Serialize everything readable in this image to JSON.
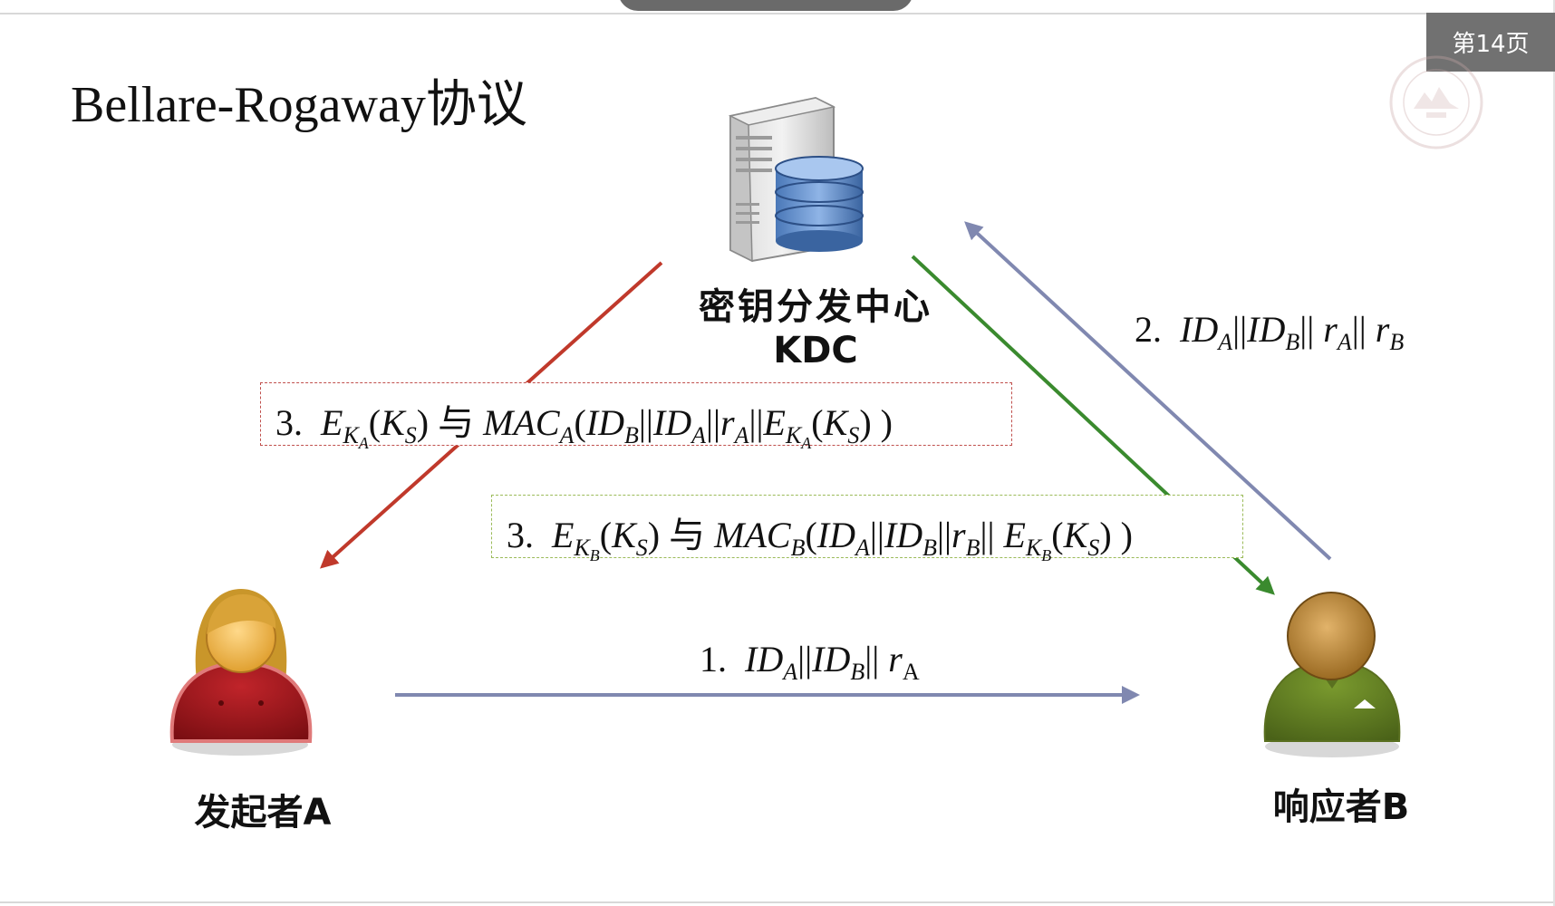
{
  "page": {
    "badge": "第14页"
  },
  "title": "Bellare-Rogaway协议",
  "nodes": {
    "kdc": {
      "name": "密钥分发中心",
      "abbr": "KDC"
    },
    "initiator": {
      "label": "发起者A"
    },
    "responder": {
      "label": "响应者B"
    }
  },
  "messages": {
    "m1": {
      "step": "1.",
      "content": "ID_A || ID_B || r_A"
    },
    "m2": {
      "step": "2.",
      "content": "ID_A || ID_B || r_A || r_B"
    },
    "m3_to_a": {
      "step": "3.",
      "content": "E_{K_A}(K_S) 与 MAC_A(ID_B || ID_A || r_A || E_{K_A}(K_S) )"
    },
    "m3_to_b": {
      "step": "3.",
      "content": "E_{K_B}(K_S) 与 MAC_B(ID_A || ID_B || r_B || E_{K_B}(K_S) )"
    }
  },
  "colors": {
    "arrow_blue": "#8088b0",
    "arrow_red": "#c0392b",
    "arrow_green": "#3a8a2e",
    "box_red_border": "#c0504d",
    "box_green_border": "#9bbb59",
    "badge_bg": "#717171"
  },
  "icons": {
    "kdc": "server-database-icon",
    "initiator": "person-female-red-icon",
    "responder": "person-male-green-icon",
    "watermark": "university-seal-icon"
  }
}
